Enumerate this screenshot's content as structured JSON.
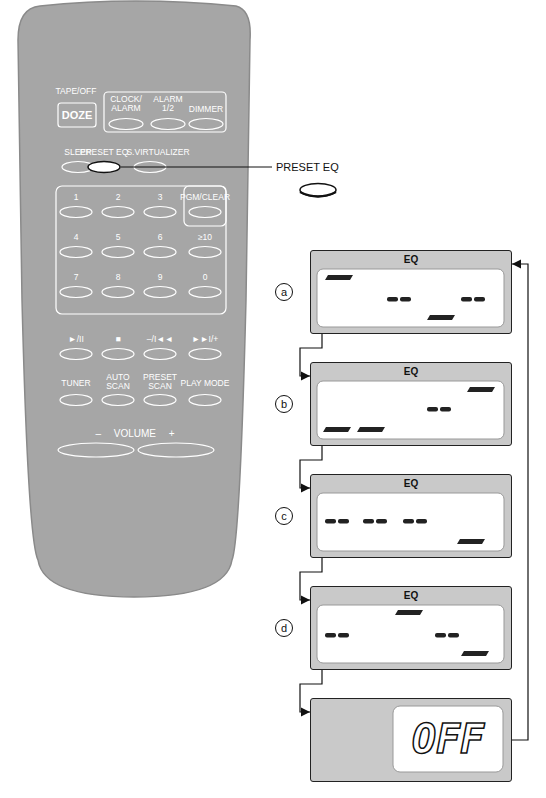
{
  "diagram": {
    "nodes": [
      {
        "text": [
          "EQ"
        ]
      },
      {
        "text": [
          "EQ"
        ]
      },
      {
        "text": [
          "EQ"
        ]
      },
      {
        "text": [
          "EQ"
        ]
      },
      {
        "text": [
          "OFF"
        ]
      }
    ],
    "edges": [
      {
        "from": 0,
        "to": 1,
        "arrow": "to"
      },
      {
        "from": 1,
        "to": 2,
        "arrow": "to"
      },
      {
        "from": 2,
        "to": 3,
        "arrow": "to"
      },
      {
        "from": 3,
        "to": 4,
        "arrow": "to"
      },
      {
        "from": 4,
        "to": 0,
        "arrow": "to"
      }
    ],
    "labels": [
      "TAPE/OFF",
      "DOZE",
      "CLOCK/ ALARM",
      "ALARM 1/2",
      "DIMMER",
      "SLEEP",
      "PRESET EQ",
      "S.VIRTUALIZER",
      "1",
      "2",
      "3",
      "PGM/CLEAR",
      "4",
      "5",
      "6",
      "≥10",
      "7",
      "8",
      "9",
      "0",
      "►/II",
      "■",
      "–/I◄◄",
      "►►I/+",
      "TUNER",
      "AUTO SCAN",
      "PRESET SCAN",
      "PLAY MODE",
      "– VOLUME +",
      "PRESET EQ",
      "a",
      "b",
      "c",
      "d"
    ]
  }
}
